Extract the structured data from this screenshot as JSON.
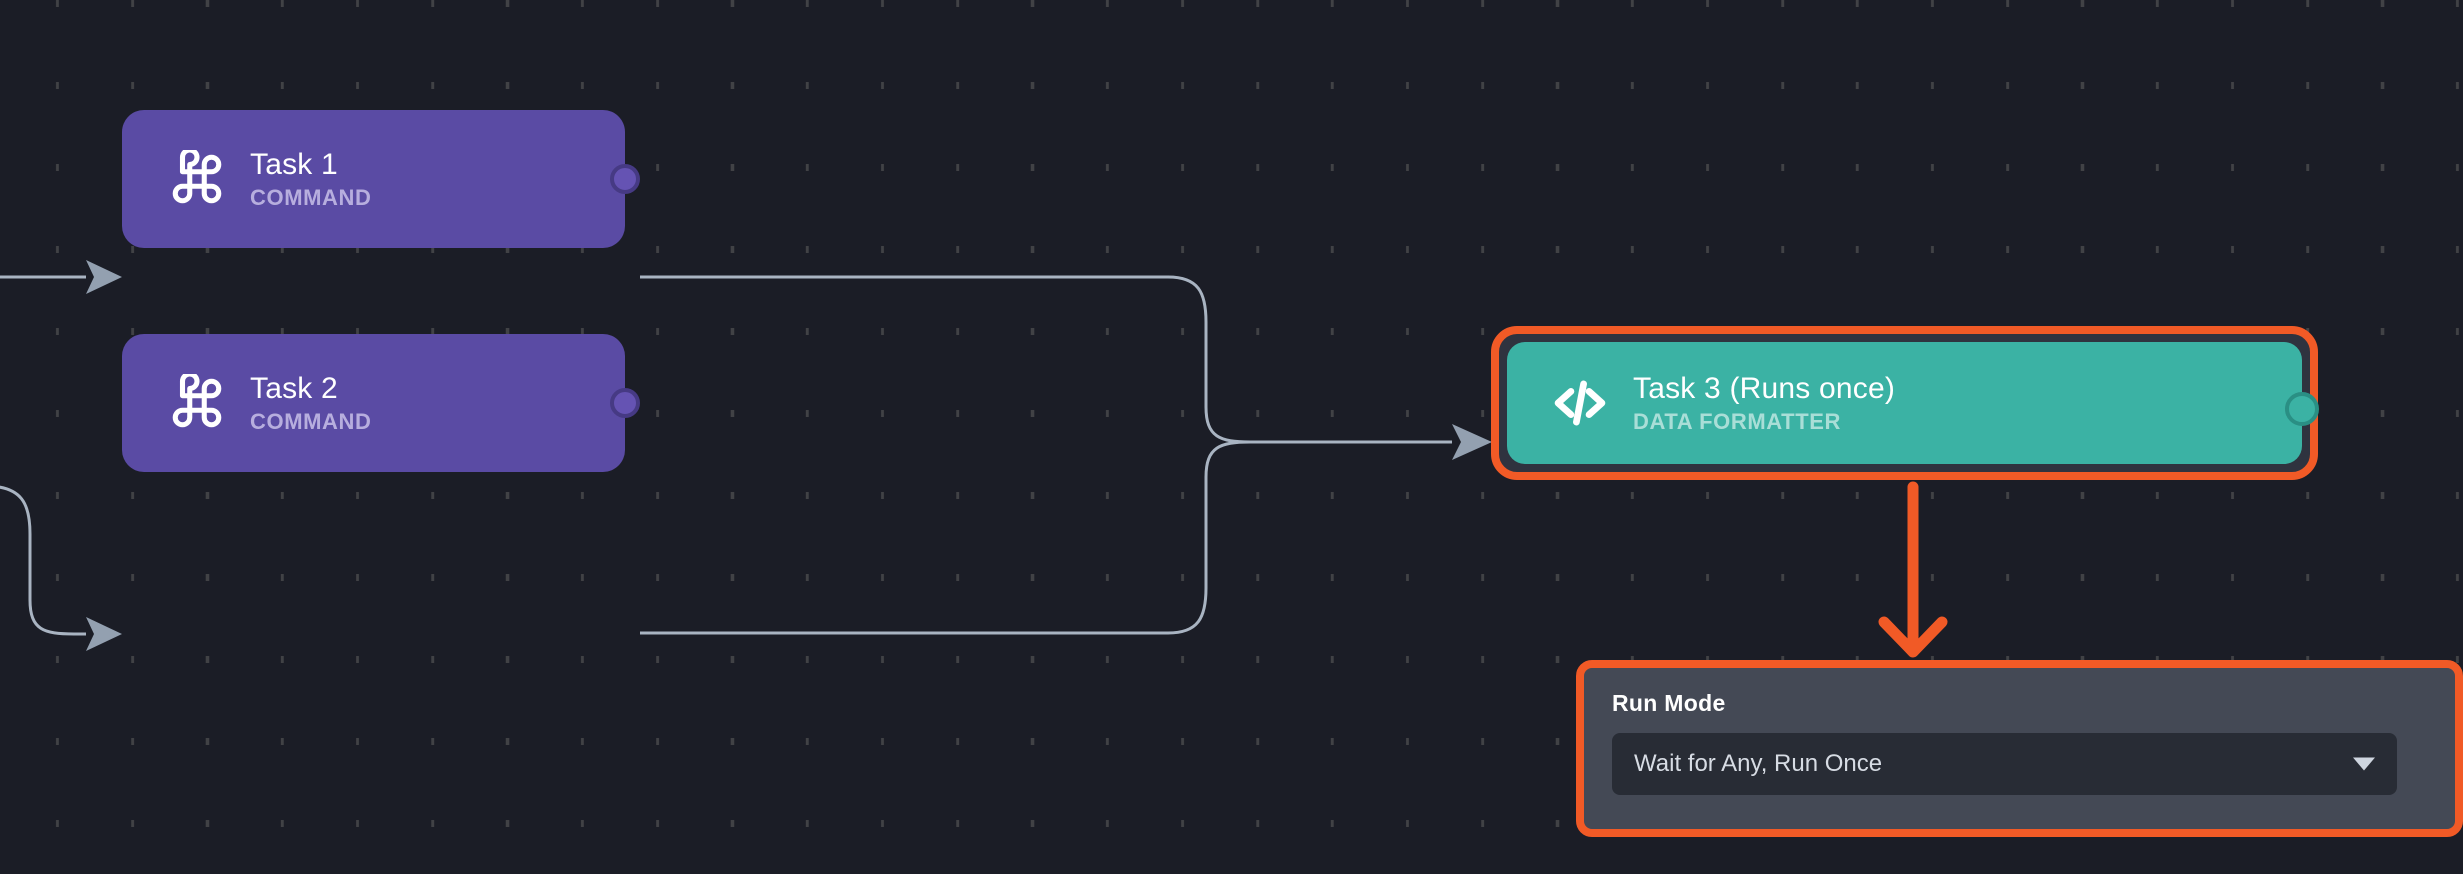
{
  "canvas": {
    "background_color": "#1b1d26",
    "grid": "dotted-grid"
  },
  "nodes": [
    {
      "id": "task1",
      "title": "Task 1",
      "subtitle": "COMMAND",
      "icon": "command-icon",
      "color": "#5a4ba4",
      "selected": false
    },
    {
      "id": "task2",
      "title": "Task 2",
      "subtitle": "COMMAND",
      "icon": "command-icon",
      "color": "#5a4ba4",
      "selected": false
    },
    {
      "id": "task3",
      "title": "Task 3 (Runs once)",
      "subtitle": "DATA FORMATTER",
      "icon": "code-icon",
      "color": "#3bb2a4",
      "selected": true,
      "highlight_color": "#f15a26"
    }
  ],
  "panel": {
    "label": "Run Mode",
    "selected_value": "Wait for Any, Run Once",
    "caret": "chevron-down-icon",
    "highlight_color": "#f15a26",
    "background_color": "#444955",
    "field_background_color": "#282c35"
  },
  "edges": {
    "stroke_color": "#a9b4c2",
    "arrow_color": "#93a0b0",
    "hint_arrow_color": "#f15a26"
  }
}
